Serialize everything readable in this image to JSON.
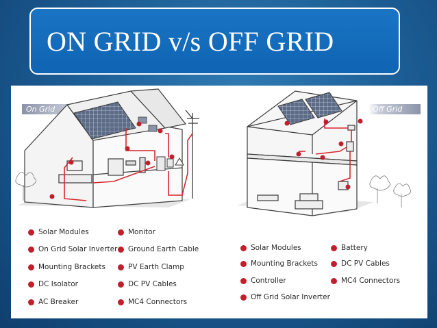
{
  "title": "ON GRID v/s OFF GRID",
  "on_grid": {
    "tag": "On Grid",
    "legend": [
      "Solar Modules",
      "On Grid Solar Inverter",
      "Mounting Brackets",
      "DC Isolator",
      "AC Breaker",
      "Monitor",
      "Ground Earth Cable",
      "PV Earth Clamp",
      "DC PV Cables",
      "MC4 Connectors"
    ]
  },
  "off_grid": {
    "tag": "Off Grid",
    "legend": [
      "Solar Modules",
      "Mounting Brackets",
      "Controller",
      "Off Grid Solar Inverter",
      "Battery",
      "DC PV Cables",
      "MC4 Connectors"
    ]
  },
  "colors": {
    "background": "#1d5f97",
    "title_box": "#1a74c4",
    "wire": "#d8262f",
    "marker": "#c0202b",
    "tag": "#9aa3b7"
  }
}
